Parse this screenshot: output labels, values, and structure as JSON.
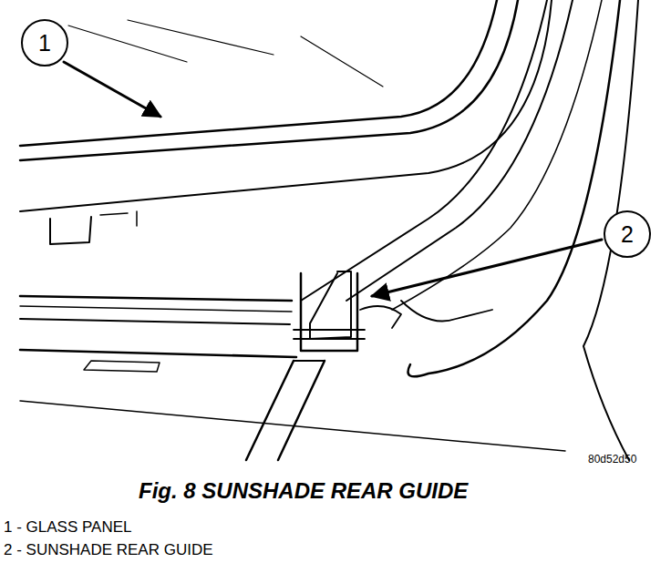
{
  "diagram": {
    "caption": "Fig. 8 SUNSHADE REAR GUIDE",
    "nodes": [
      {
        "text": [
          "1"
        ]
      },
      {
        "text": [
          "2"
        ]
      }
    ],
    "labels": [
      "80d52d50",
      "1 - GLASS PANEL",
      "2 - SUNSHADE REAR GUIDE"
    ]
  }
}
